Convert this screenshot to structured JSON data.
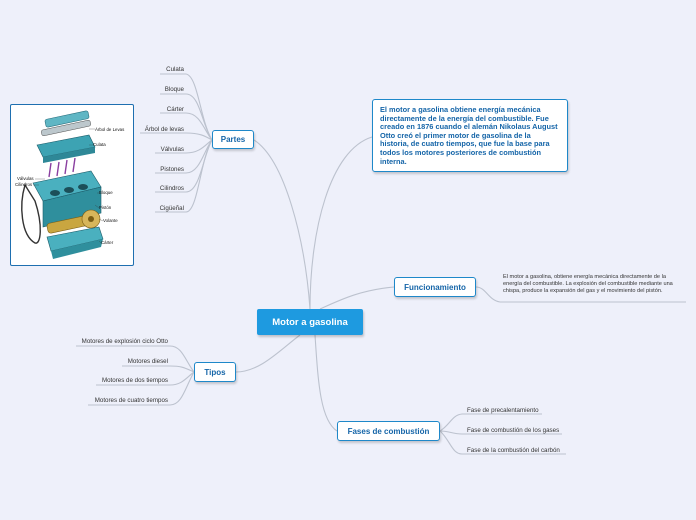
{
  "root": {
    "label": "Motor a gasolina"
  },
  "partes": {
    "label": "Partes",
    "items": [
      "Culata",
      "Bloque",
      "Cárter",
      "Árbol de levas",
      "Válvulas",
      "Pistones",
      "Cilindros",
      "Cigüeñal"
    ]
  },
  "tipos": {
    "label": "Tipos",
    "items": [
      "Motores de explosión ciclo Otto",
      "Motores diesel",
      "Motores de dos tiempos",
      "Motores de cuatro tiempos"
    ]
  },
  "funcionamiento": {
    "label": "Funcionamiento",
    "description": "El motor a gasolina, obtiene energía mecánica directamente de la energía del combustible. La explosión del combustible mediante una chispa, produce la expansión del gas y el movimiento del pistón."
  },
  "fases": {
    "label": "Fases de combustión",
    "items": [
      "Fase de precalentamiento",
      "Fase de combustión de los gases",
      "Fase de la combustión del carbón"
    ]
  },
  "note": {
    "text": "El motor a gasolina obtiene energía mecánica directamente de la energía del combustible.  Fue creado en 1876 cuando el alemán Nikolaus August Otto creó el primer motor de gasolina de la historia, de cuatro tiempos, que fue la base para todos los motores posteriores de combustión interna."
  },
  "engine_image": {
    "labels": [
      "Árbol de Levas",
      "Culata",
      "Válvulas",
      "Cilindros",
      "Bloque",
      "Pistón",
      "Volante",
      "Cárter"
    ]
  },
  "colors": {
    "accent": "#1e9ae0",
    "border": "#1e88c9",
    "connector": "#b9bfcc",
    "background": "#eef0fa"
  }
}
